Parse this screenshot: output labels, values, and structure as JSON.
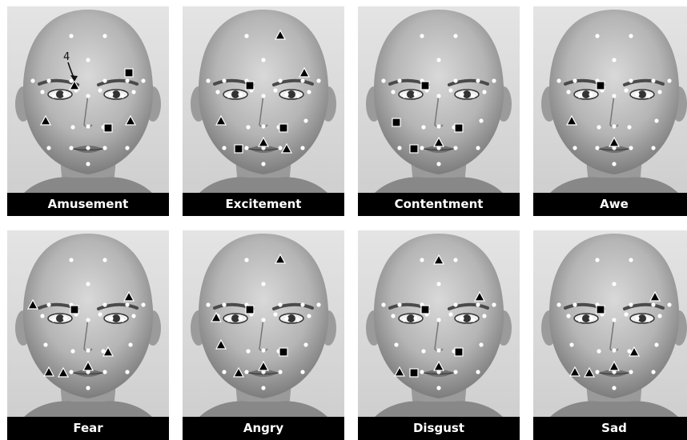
{
  "panels": [
    {
      "label": "Amusement",
      "squares": [
        "right-brow-outer",
        "right-cheek"
      ],
      "triangles": [
        "left-brow-inner",
        "left-cheek",
        "right-cheek-outer"
      ],
      "callout": "4"
    },
    {
      "label": "Excitement",
      "squares": [
        "left-brow-inner",
        "right-cheek",
        "left-mouth-corner"
      ],
      "triangles": [
        "forehead-right",
        "right-brow-outer",
        "left-cheek",
        "upper-lip",
        "right-mouth-corner"
      ]
    },
    {
      "label": "Contentment",
      "squares": [
        "left-brow-inner",
        "left-cheek-mid",
        "right-cheek",
        "left-mouth-corner"
      ],
      "triangles": [
        "upper-lip"
      ]
    },
    {
      "label": "Awe",
      "squares": [
        "left-brow-inner"
      ],
      "triangles": [
        "left-cheek",
        "upper-lip"
      ]
    },
    {
      "label": "Fear",
      "squares": [
        "left-brow-inner"
      ],
      "triangles": [
        "left-temple",
        "right-brow-outer",
        "right-cheek",
        "upper-lip",
        "left-mouth-corner",
        "left-jaw"
      ]
    },
    {
      "label": "Angry",
      "squares": [
        "left-brow-inner",
        "right-cheek"
      ],
      "triangles": [
        "forehead-right",
        "left-brow-mid",
        "left-cheek",
        "upper-lip",
        "left-mouth-corner"
      ]
    },
    {
      "label": "Disgust",
      "squares": [
        "left-brow-inner",
        "right-cheek",
        "left-mouth-corner"
      ],
      "triangles": [
        "forehead-center",
        "right-brow-outer",
        "upper-lip",
        "left-jaw"
      ]
    },
    {
      "label": "Sad",
      "squares": [
        "left-brow-inner"
      ],
      "triangles": [
        "right-brow-outer",
        "right-cheek",
        "upper-lip",
        "left-jaw",
        "left-mouth-corner"
      ]
    }
  ]
}
